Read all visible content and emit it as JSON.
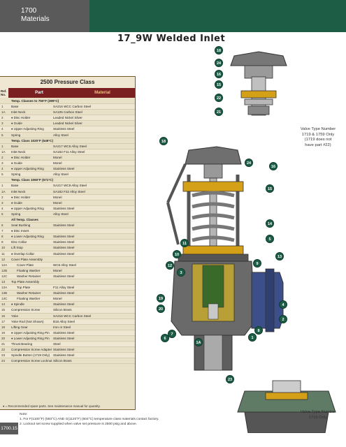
{
  "header": {
    "line1": "1700",
    "line2": "Materials"
  },
  "page_title": "17_9W Welded Inlet",
  "table": {
    "title": "2500 Pressure Class",
    "col_ref": "Ref. No.",
    "col_part": "Part",
    "col_material": "Material",
    "rows": [
      {
        "ref": "",
        "part": "Temp. Classes to 750°F (399°C)",
        "mat": "",
        "type": "section"
      },
      {
        "ref": "1",
        "part": "Base",
        "mat": "SA216 WCC Carbon Steel",
        "type": ""
      },
      {
        "ref": "1A",
        "part": "Inlet Neck",
        "mat": "SA105 Carbon Steel",
        "type": ""
      },
      {
        "ref": "2",
        "part": "♦ Disc Holder",
        "mat": "Leaded Nickel Silver",
        "type": ""
      },
      {
        "ref": "3",
        "part": "♦ Guide",
        "mat": "Leaded Nickel Silver",
        "type": ""
      },
      {
        "ref": "4",
        "part": "♦ Upper Adjusting Ring",
        "mat": "Stainless Steel",
        "type": ""
      },
      {
        "ref": "5",
        "part": "Spring",
        "mat": "Alloy Steel",
        "type": ""
      },
      {
        "ref": "",
        "part": "Temp. Class 1020°F (549°C)",
        "mat": "",
        "type": "section"
      },
      {
        "ref": "1",
        "part": "Base",
        "mat": "SA217 WC6 Alloy Steel",
        "type": ""
      },
      {
        "ref": "1A",
        "part": "Inlet Neck",
        "mat": "SA182 F11 Alloy Steel",
        "type": ""
      },
      {
        "ref": "2",
        "part": "♦ Disc Holder",
        "mat": "Monel",
        "type": ""
      },
      {
        "ref": "3",
        "part": "♦ Guide",
        "mat": "Monel",
        "type": ""
      },
      {
        "ref": "4",
        "part": "♦ Upper Adjusting Ring",
        "mat": "Stainless Steel",
        "type": ""
      },
      {
        "ref": "5",
        "part": "Spring",
        "mat": "Alloy Steel",
        "type": ""
      },
      {
        "ref": "",
        "part": "Temp. Class 1060°F (571°C)",
        "mat": "",
        "type": "section"
      },
      {
        "ref": "1",
        "part": "Base",
        "mat": "SA217 WC9 Alloy Steel",
        "type": ""
      },
      {
        "ref": "1A",
        "part": "Inlet Neck",
        "mat": "SA182 F22 Alloy Steel",
        "type": ""
      },
      {
        "ref": "2",
        "part": "♦ Disc Holder",
        "mat": "Monel",
        "type": ""
      },
      {
        "ref": "3",
        "part": "♦ Guide",
        "mat": "Monel",
        "type": ""
      },
      {
        "ref": "4",
        "part": "♦ Upper Adjusting Ring",
        "mat": "Stainless Steel",
        "type": ""
      },
      {
        "ref": "5",
        "part": "Spring",
        "mat": "Alloy Steel",
        "type": ""
      },
      {
        "ref": "",
        "part": "All Temp. Classes",
        "mat": "",
        "type": "section"
      },
      {
        "ref": "6",
        "part": "Seat Bushing",
        "mat": "Stainless Steel",
        "type": ""
      },
      {
        "ref": "7",
        "part": "♦ Disc Insert",
        "mat": "",
        "type": ""
      },
      {
        "ref": "8",
        "part": "♦ Lower Adjusting Ring",
        "mat": "Stainless Steel",
        "type": ""
      },
      {
        "ref": "9",
        "part": "Disc Collar",
        "mat": "Stainless Steel",
        "type": ""
      },
      {
        "ref": "10",
        "part": "Lift Stop",
        "mat": "Stainless Steel",
        "type": ""
      },
      {
        "ref": "11",
        "part": "♦ Overlap Collar",
        "mat": "Stainless Steel",
        "type": ""
      },
      {
        "ref": "12",
        "part": "Cover Plate Assembly",
        "mat": "",
        "type": ""
      },
      {
        "ref": "12A",
        "part": "Cover Plate",
        "mat": "WC6 Alloy Steel",
        "type": "indent"
      },
      {
        "ref": "12B",
        "part": "Floating Washer",
        "mat": "Monel",
        "type": "indent"
      },
      {
        "ref": "12C",
        "part": "Washer Retainer",
        "mat": "Stainless Steel",
        "type": "indent"
      },
      {
        "ref": "13",
        "part": "Top Plate Assembly",
        "mat": "",
        "type": ""
      },
      {
        "ref": "13A",
        "part": "Top Plate",
        "mat": "F11 Alloy Steel",
        "type": "indent"
      },
      {
        "ref": "13B",
        "part": "Washer Retainer",
        "mat": "Stainless Steel",
        "type": "indent"
      },
      {
        "ref": "13C",
        "part": "Floating Washer",
        "mat": "Monel",
        "type": "indent"
      },
      {
        "ref": "14",
        "part": "♦ Spindle",
        "mat": "Stainless Steel",
        "type": ""
      },
      {
        "ref": "15",
        "part": "Compression Screw",
        "mat": "Silicon Brass",
        "type": ""
      },
      {
        "ref": "16",
        "part": "Yoke",
        "mat": "SA216 WCC Carbon Steel",
        "type": ""
      },
      {
        "ref": "17",
        "part": "Yoke Rod (Not Shown)",
        "mat": "B16 Alloy Steel",
        "type": ""
      },
      {
        "ref": "18",
        "part": "Lifting Gear",
        "mat": "Iron or Steel",
        "type": ""
      },
      {
        "ref": "19",
        "part": "♦ Upper Adjusting Ring Pin",
        "mat": "Stainless Steel",
        "type": ""
      },
      {
        "ref": "20",
        "part": "♦ Lower Adjusting Ring Pin",
        "mat": "Stainless Steel",
        "type": ""
      },
      {
        "ref": "21",
        "part": "Thrust Bearing",
        "mat": "Steel",
        "type": ""
      },
      {
        "ref": "22",
        "part": "Compression Screw Adapter",
        "mat": "Stainless Steel",
        "type": ""
      },
      {
        "ref": "23",
        "part": "Spindle Button (1719 Only)",
        "mat": "Stainless Steel",
        "type": ""
      },
      {
        "ref": "24",
        "part": "Compression Screw Locknut",
        "mat": "Silicon Brass",
        "type": ""
      }
    ],
    "footnote": "♦ = Recommended spare parts. See maintenance manual for quantity."
  },
  "notes": {
    "heading": "Note:",
    "n1": "1.   For F(1100°F) (593°C) AND G(1120°F) (604°C) temperature class materials contact factory.",
    "n2": "2.   Lockout set screw supplied when valve set pressure is 2500 psig and above."
  },
  "page_number": "1700.15",
  "side_note_top": {
    "l1": "Valve Type Number",
    "l2": "1719 & 1759 Only",
    "l3": "(1719 does not",
    "l4": "have part #22)"
  },
  "side_note_bottom": {
    "l1": "Valve Type Number",
    "l2": "1719 Only"
  },
  "callouts": [
    "18",
    "24",
    "16",
    "15",
    "22",
    "21",
    "18",
    "24",
    "16",
    "15",
    "14",
    "5",
    "11",
    "10",
    "12",
    "3",
    "19",
    "20",
    "7",
    "6",
    "1A",
    "9",
    "13",
    "4",
    "2",
    "8",
    "1",
    "23"
  ],
  "colors": {
    "header_green": "#1d5d46",
    "header_gray": "#5a5a5a",
    "table_header": "#7a2020",
    "table_bg": "#e9e0c8",
    "callout": "#1d5d46"
  }
}
